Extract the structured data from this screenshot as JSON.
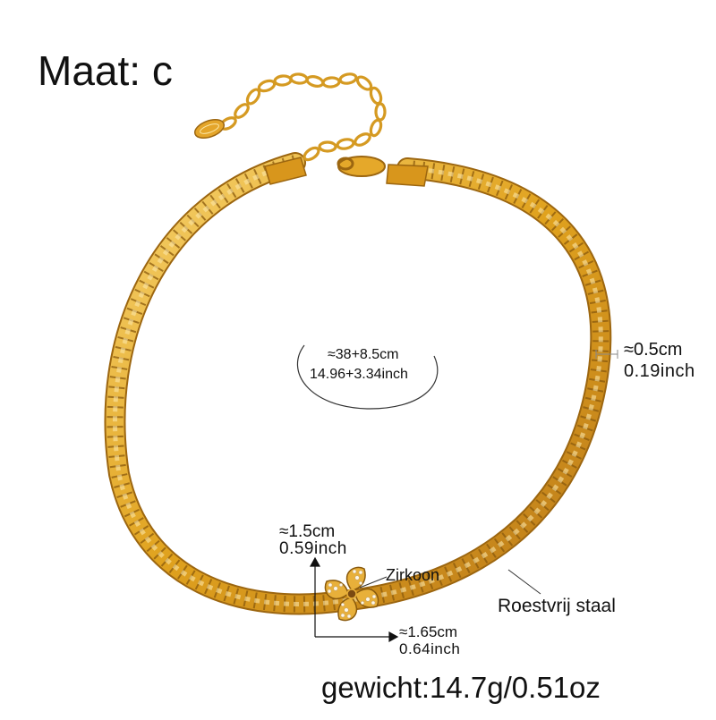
{
  "title": "Maat: c",
  "length": {
    "cm": "≈38+8.5cm",
    "inch": "14.96+3.34inch"
  },
  "chain_width": {
    "cm": "≈0.5cm",
    "inch": "0.19inch"
  },
  "pendant_height": {
    "cm": "≈1.5cm",
    "inch": "0.59inch"
  },
  "pendant_width": {
    "cm": "≈1.65cm",
    "inch": "0.64inch"
  },
  "stone_label": "Zirkoon",
  "material_label": "Roestvrij staal",
  "weight": "gewicht:14.7g/0.51oz",
  "colors": {
    "gold": "#e0a21e",
    "gold_dark": "#9c6610",
    "gold_light": "#f7d370",
    "text": "#111111"
  }
}
